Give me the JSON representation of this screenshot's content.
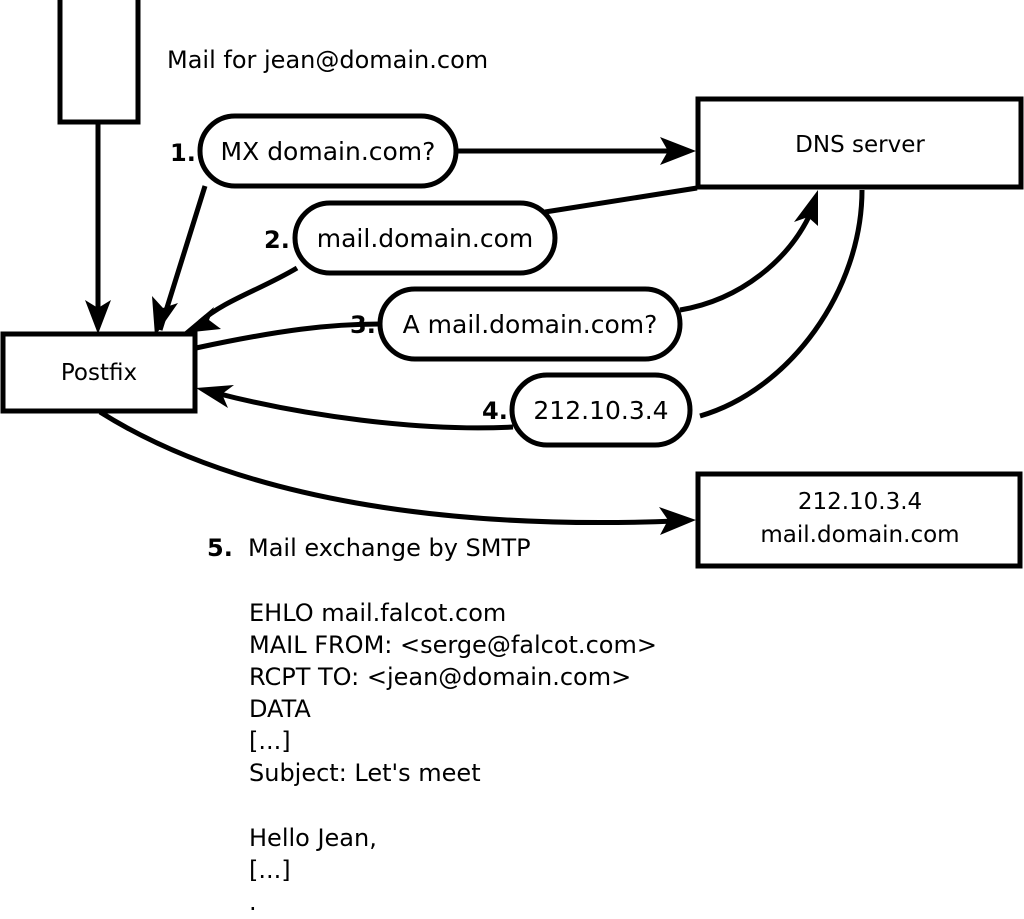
{
  "diagram": {
    "title_caption": "Mail for jean@domain.com",
    "nodes": [
      {
        "id": "client",
        "label": ""
      },
      {
        "id": "postfix",
        "label": "Postfix"
      },
      {
        "id": "dns",
        "label": "DNS server"
      },
      {
        "id": "mailserver",
        "label_line1": "212.10.3.4",
        "label_line2": "mail.domain.com"
      }
    ],
    "steps": [
      {
        "number": "1.",
        "message": "MX domain.com?"
      },
      {
        "number": "2.",
        "message": "mail.domain.com"
      },
      {
        "number": "3.",
        "message": "A mail.domain.com?"
      },
      {
        "number": "4.",
        "message": "212.10.3.4"
      },
      {
        "number": "5.",
        "message": "Mail exchange by SMTP"
      }
    ],
    "smtp_transcript": [
      "EHLO mail.falcot.com",
      "MAIL FROM: <serge@falcot.com>",
      "RCPT TO: <jean@domain.com>",
      "DATA",
      "[...]",
      "Subject: Let's meet",
      "",
      "Hello Jean,",
      "[...]",
      "."
    ],
    "colors": {
      "stroke": "#000000",
      "fill": "#ffffff",
      "text": "#000000"
    }
  }
}
